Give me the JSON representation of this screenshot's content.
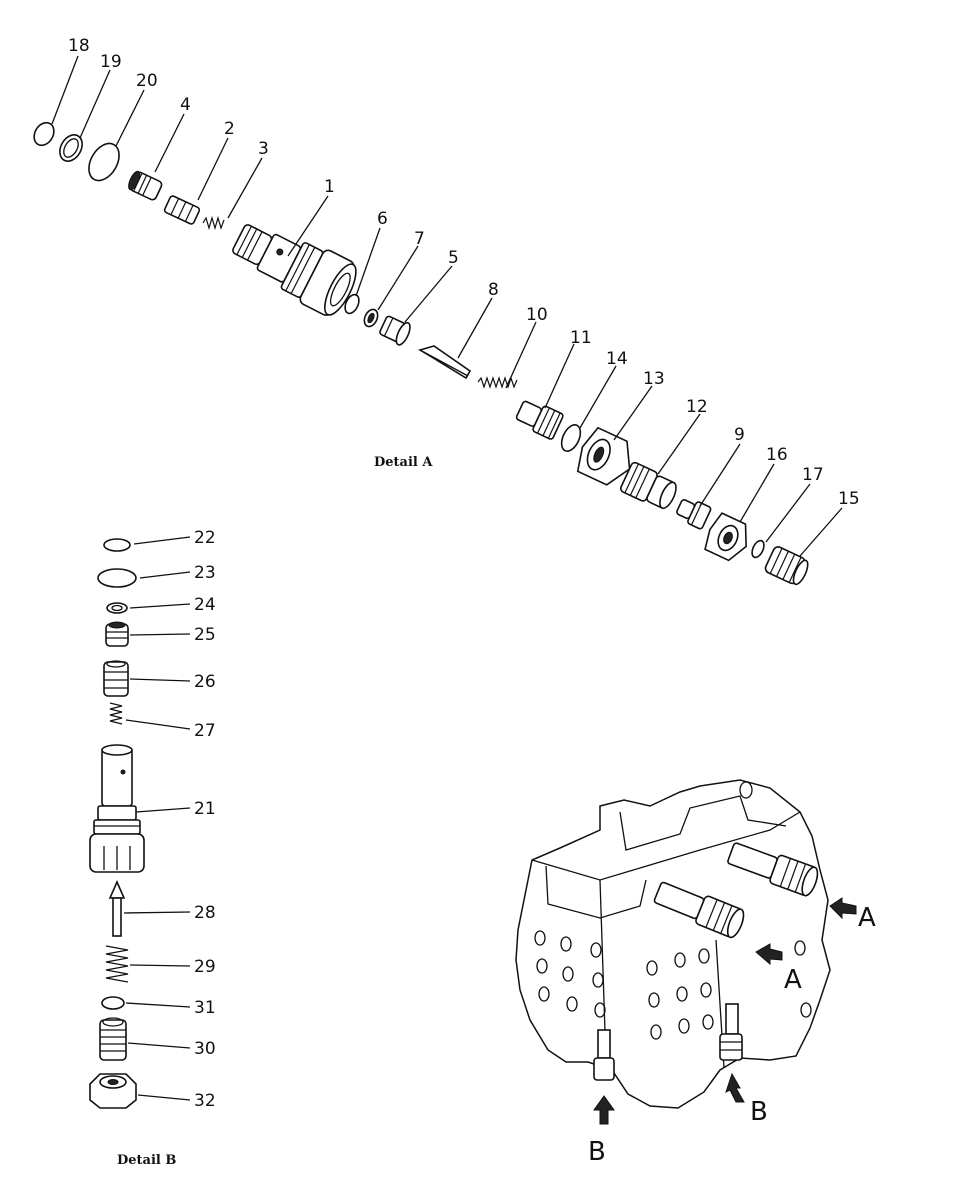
{
  "detail_a": {
    "caption": "Detail A",
    "callouts": [
      "18",
      "19",
      "20",
      "4",
      "2",
      "3",
      "1",
      "6",
      "7",
      "5",
      "8",
      "10",
      "11",
      "14",
      "13",
      "12",
      "9",
      "16",
      "17",
      "15"
    ]
  },
  "detail_b": {
    "caption": "Detail B",
    "callouts": [
      "22",
      "23",
      "24",
      "25",
      "26",
      "27",
      "21",
      "28",
      "29",
      "31",
      "30",
      "32"
    ]
  },
  "overview": {
    "arrow_labels": [
      "A",
      "A",
      "B",
      "B"
    ]
  }
}
